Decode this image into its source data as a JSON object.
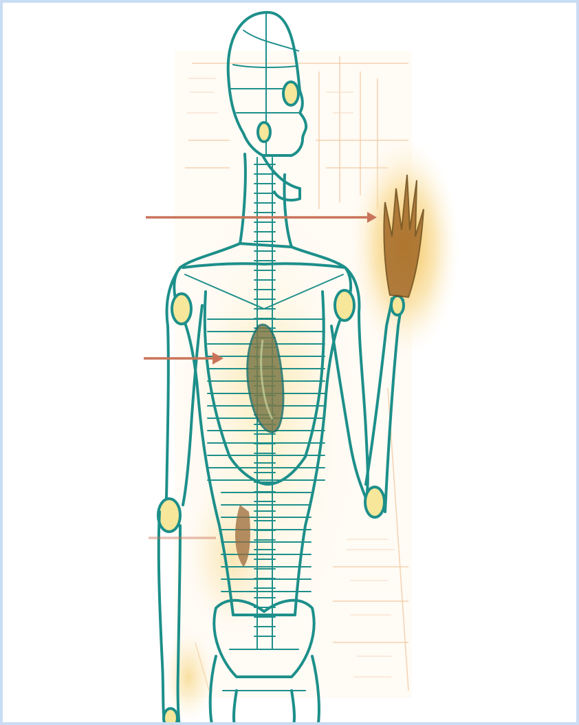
{
  "figure": {
    "subject": "anatomical-body-diagram",
    "colors": {
      "frame_border": "#c9dcf2",
      "background": "#ffffff",
      "outline": "#1d8f8a",
      "glow": "#f6c64a",
      "joint_fill": "#f6e79a",
      "arrow": "#c9745a",
      "organ": "#8a6a3a",
      "sketch_lines": "#f0c9a0"
    },
    "arrows_count": 3,
    "glow_spots_count": 4
  }
}
